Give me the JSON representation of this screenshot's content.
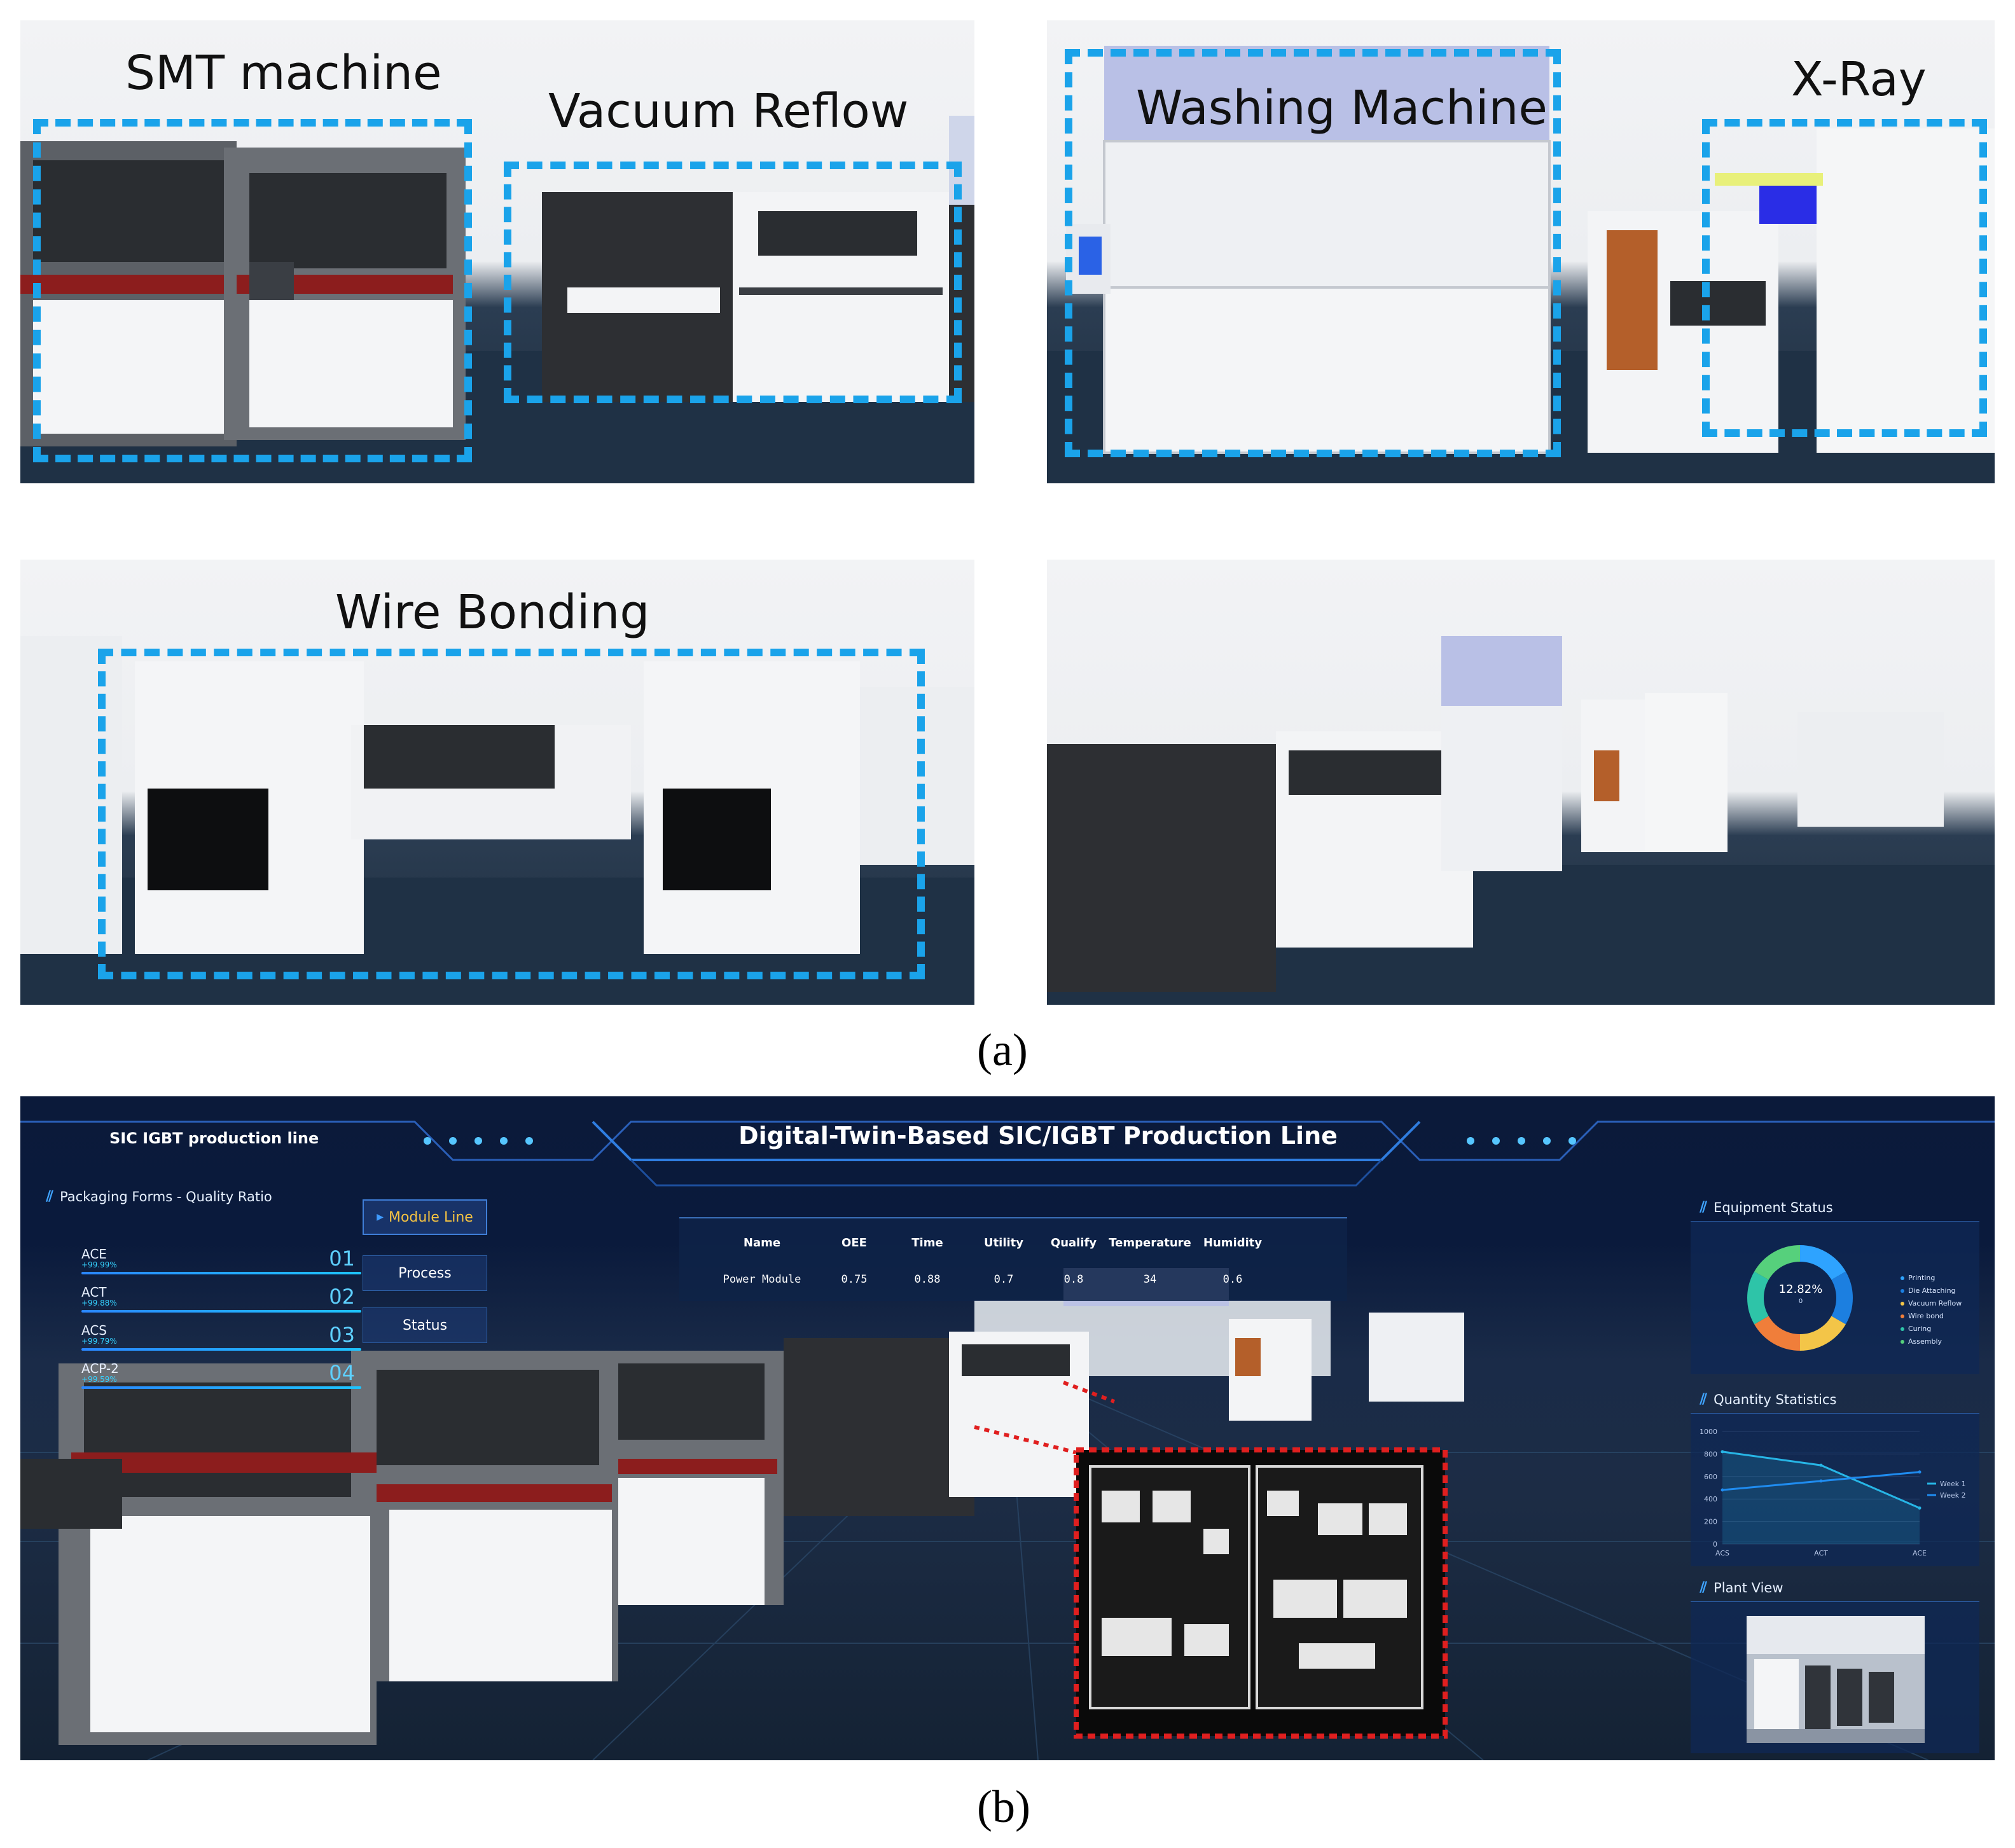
{
  "figure": {
    "caption_a": "(a)",
    "caption_b": "(b)"
  },
  "scenes": {
    "top_left": {
      "labels": [
        "SMT machine",
        "Vacuum Reflow"
      ]
    },
    "top_right": {
      "labels": [
        "Washing Machine",
        "X-Ray"
      ]
    },
    "bottom_left": {
      "labels": [
        "Wire Bonding"
      ]
    },
    "bottom_right": {
      "labels": []
    }
  },
  "dashboard": {
    "corner_label": "SIC IGBT production line",
    "title": "Digital-Twin-Based SIC/IGBT Production Line",
    "quality_ratio": {
      "heading": "Packaging Forms - Quality Ratio",
      "items": [
        {
          "name": "ACE",
          "pct": "+99.99%",
          "num": "01"
        },
        {
          "name": "ACT",
          "pct": "+99.88%",
          "num": "02"
        },
        {
          "name": "ACS",
          "pct": "+99.79%",
          "num": "03"
        },
        {
          "name": "ACP-2",
          "pct": "+99.59%",
          "num": "04"
        }
      ]
    },
    "nav": {
      "module_line": "Module Line",
      "process": "Process",
      "status": "Status"
    },
    "table": {
      "headers": [
        "Name",
        "OEE",
        "Time",
        "Utility",
        "Qualify",
        "Temperature",
        "Humidity"
      ],
      "rows": [
        [
          "Power Module",
          "0.75",
          "0.88",
          "0.7",
          "0.8",
          "34",
          "0.6"
        ]
      ]
    },
    "equipment_status": {
      "heading": "Equipment Status",
      "center_value": "12.82%",
      "center_sub": "0",
      "legend": [
        "Printing",
        "Die Attaching",
        "Vacuum Reflow",
        "Wire bond",
        "Curing",
        "Assembly"
      ],
      "colors": [
        "#2ea3ff",
        "#1c7fe0",
        "#f3c548",
        "#f07e3a",
        "#2ec4a8",
        "#56d07c"
      ]
    },
    "quantity_statistics": {
      "heading": "Quantity Statistics",
      "legend": [
        "Week 1",
        "Week 2"
      ]
    },
    "plant_view": {
      "heading": "Plant View"
    }
  },
  "chart_data": {
    "type": "line",
    "categories": [
      "ACS",
      "ACT",
      "ACE"
    ],
    "series": [
      {
        "name": "Week 1",
        "values": [
          820,
          700,
          320
        ]
      },
      {
        "name": "Week 2",
        "values": [
          480,
          560,
          640
        ]
      }
    ],
    "ylim": [
      0,
      1000
    ],
    "yticks": [
      "0",
      "200",
      "400",
      "600",
      "800",
      "1000"
    ],
    "legend": "right",
    "colors": {
      "Week 1": "#27b6e6",
      "Week 2": "#1f8cf0"
    }
  }
}
